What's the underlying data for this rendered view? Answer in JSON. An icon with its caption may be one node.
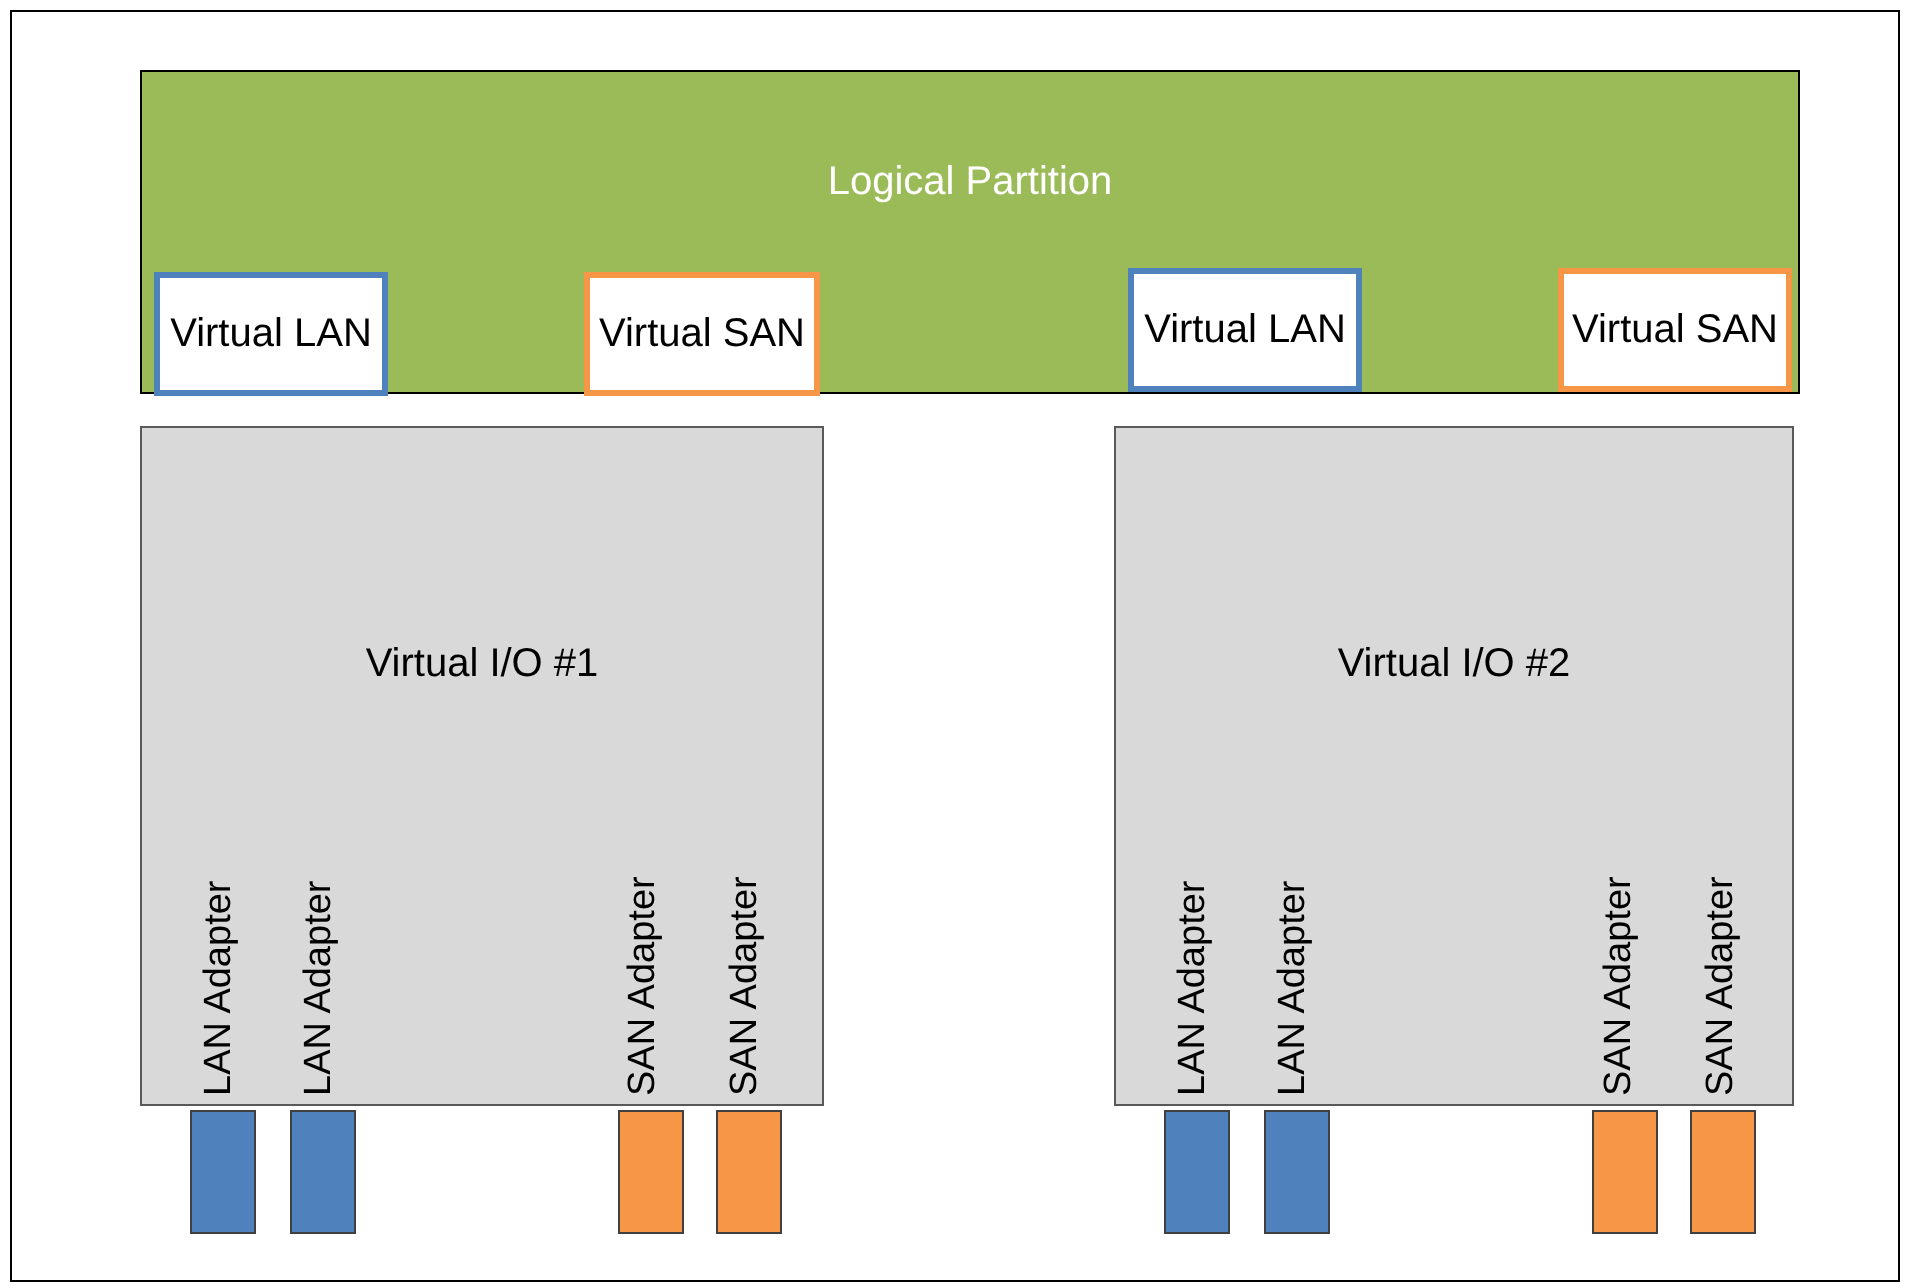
{
  "diagram": {
    "nodes": [
      {
        "text": [
          "Logical Partition"
        ]
      },
      {
        "text": [
          "Virtual LAN"
        ],
        "in": 0
      },
      {
        "text": [
          "Virtual SAN"
        ],
        "in": 0
      },
      {
        "text": [
          "Virtual LAN"
        ],
        "in": 0
      },
      {
        "text": [
          "Virtual SAN"
        ],
        "in": 0
      },
      {
        "text": [
          "Virtual I/O #1"
        ]
      },
      {
        "text": [
          "Virtual I/O #2"
        ]
      },
      {
        "text": [],
        "shape": "bar"
      },
      {
        "text": [],
        "shape": "bar"
      },
      {
        "text": [],
        "shape": "bar"
      },
      {
        "text": [],
        "shape": "bar"
      },
      {
        "text": [],
        "shape": "bar"
      },
      {
        "text": [],
        "shape": "bar"
      },
      {
        "text": [],
        "shape": "bar"
      },
      {
        "text": [],
        "shape": "bar"
      }
    ],
    "labels": [
      "LAN Adapter",
      "LAN Adapter",
      "SAN Adapter",
      "SAN Adapter",
      "LAN Adapter",
      "LAN Adapter",
      "SAN Adapter",
      "SAN Adapter"
    ]
  }
}
